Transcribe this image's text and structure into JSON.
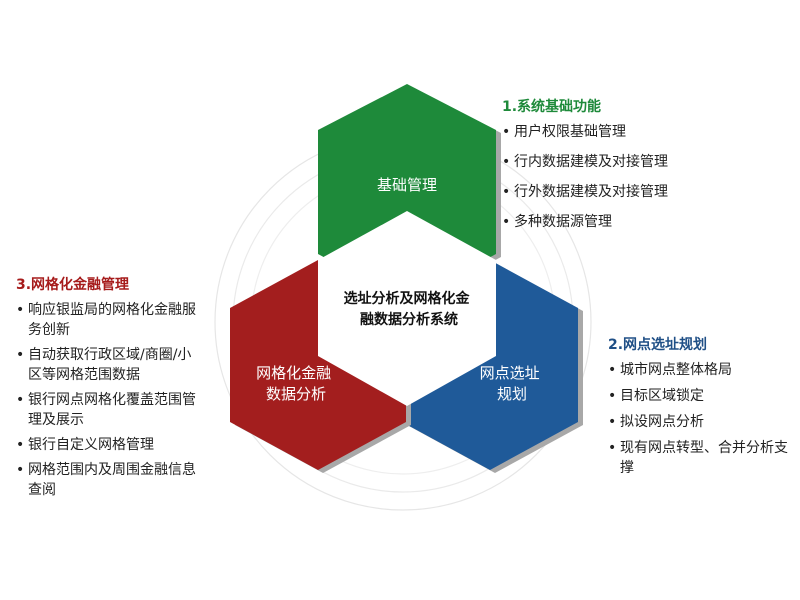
{
  "colors": {
    "green": "#1e8a3a",
    "blue": "#1f5a99",
    "red": "#a31e1e",
    "shadow": "#a8a8a8"
  },
  "hexagons": {
    "top": [
      "基础管理"
    ],
    "right": [
      "网点选址",
      "规划"
    ],
    "left": [
      "网格化金融",
      "数据分析"
    ],
    "center": [
      "选址分析及网格化金",
      "融数据分析系统"
    ]
  },
  "panels": {
    "system": {
      "title": "1.系统基础功能",
      "items": [
        "用户权限基础管理",
        "行内数据建模及对接管理",
        "行外数据建模及对接管理",
        "多种数据源管理"
      ]
    },
    "site": {
      "title": "2.网点选址规划",
      "items": [
        "城市网点整体格局",
        "目标区域锁定",
        "拟设网点分析",
        "现有网点转型、合并分析支撑"
      ]
    },
    "grid": {
      "title": "3.网格化金融管理",
      "items": [
        "响应银监局的网格化金融服务创新",
        "自动获取行政区域/商圈/小区等网格范围数据",
        "银行网点网格化覆盖范围管理及展示",
        "银行自定义网格管理",
        "网格范围内及周围金融信息查阅"
      ]
    }
  }
}
